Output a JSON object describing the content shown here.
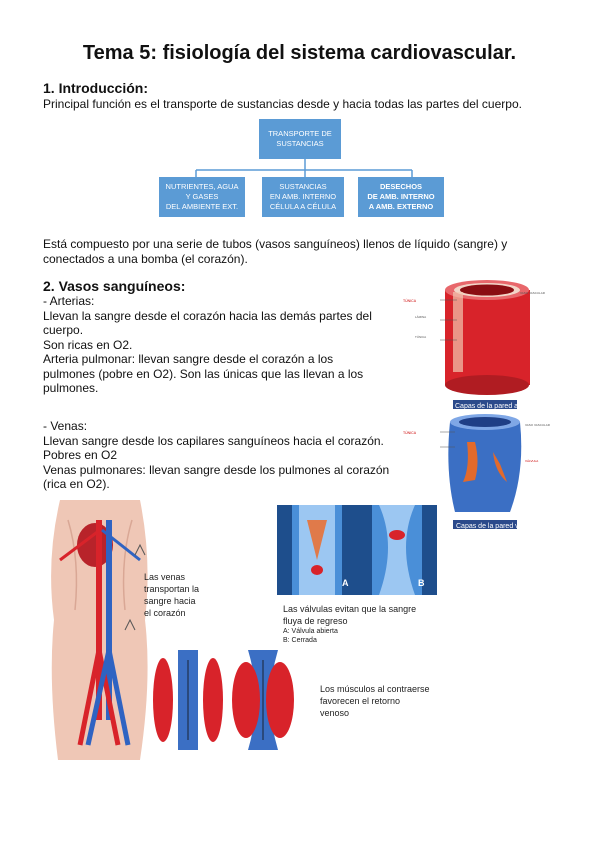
{
  "title": "Tema 5: fisiología del sistema cardiovascular.",
  "s1": {
    "heading": "1. Introducción:",
    "line": "Principal función es el transporte de sustancias desde y hacia todas las partes del cuerpo.",
    "diagram": {
      "top": [
        "TRANSPORTE DE",
        "SUSTANCIAS"
      ],
      "left": [
        "NUTRIENTES, AGUA",
        "Y GASES",
        "DEL AMBIENTE EXT."
      ],
      "middle": [
        "SUSTANCIAS",
        "EN AMB. INTERNO",
        "CÉLULA A CÉLULA"
      ],
      "right": [
        "DESECHOS",
        "DE AMB. INTERNO",
        "A AMB. EXTERNO"
      ]
    },
    "composed": [
      "Está compuesto por una serie de tubos (vasos sanguíneos) llenos de líquido (sangre) y",
      "conectados a una bomba (el corazón)."
    ]
  },
  "s2": {
    "heading": "2. Vasos sanguíneos:",
    "arterias": [
      "- Arterias:",
      "Llevan la sangre desde el corazón hacia las demás partes del",
      "cuerpo.",
      "Son ricas en O2.",
      "Arteria pulmonar: llevan sangre desde el corazón a los",
      "pulmones (pobre en O2). Son las únicas que las llevan a los",
      "pulmones."
    ],
    "venas": [
      "- Venas:",
      "Llevan sangre desde los capilares sanguíneos hacia el corazón.",
      "Pobres en O2",
      "Venas pulmonares: llevan sangre desde los pulmones al corazón",
      "(rica en O2)."
    ]
  },
  "figures": {
    "artery_caption": "Capas de la pared arterial",
    "vein_caption": "Capas de la pared venosa",
    "venas_caption": [
      "Las venas",
      "transportan la",
      "sangre hacia",
      "el corazón"
    ],
    "valve_label_a": "A",
    "valve_label_b": "B",
    "valvulas_caption": [
      "Las válvulas evitan que la sangre",
      "fluya de regreso"
    ],
    "valvulas_sub": [
      "A: Válvula abierta",
      "B: Cerrada"
    ],
    "musculos_caption": [
      "Los músculos al contraerse",
      "favorecen el retorno",
      "venoso"
    ]
  },
  "colors": {
    "box_blue": "#5b9bd5",
    "blood_red": "#d8232a",
    "vein_blue": "#3b6fc4"
  }
}
